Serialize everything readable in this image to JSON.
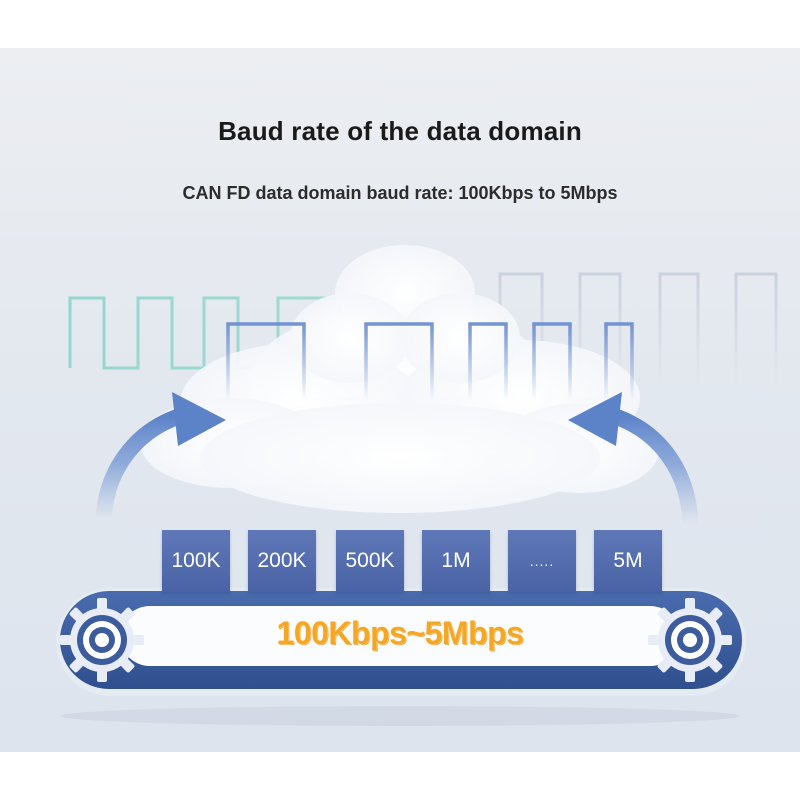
{
  "header": {
    "title": "Baud rate of the data domain",
    "subtitle": "CAN FD data domain baud rate: 100Kbps to 5Mbps"
  },
  "rates": [
    {
      "label": "100K"
    },
    {
      "label": "200K"
    },
    {
      "label": "500K"
    },
    {
      "label": "1M"
    },
    {
      "label": "....."
    },
    {
      "label": "5M"
    }
  ],
  "band": {
    "label": "100Kbps~5Mbps"
  },
  "colors": {
    "box_blue": "#4f68aa",
    "band_blue": "#3e5fa0",
    "band_text_orange": "#f5a623",
    "wave_teal": "#7fd0c4",
    "wave_blue": "#6f90d0"
  },
  "icons": [
    "gear-icon-left",
    "gear-icon-right",
    "curved-arrow-left",
    "curved-arrow-right",
    "cloud"
  ]
}
